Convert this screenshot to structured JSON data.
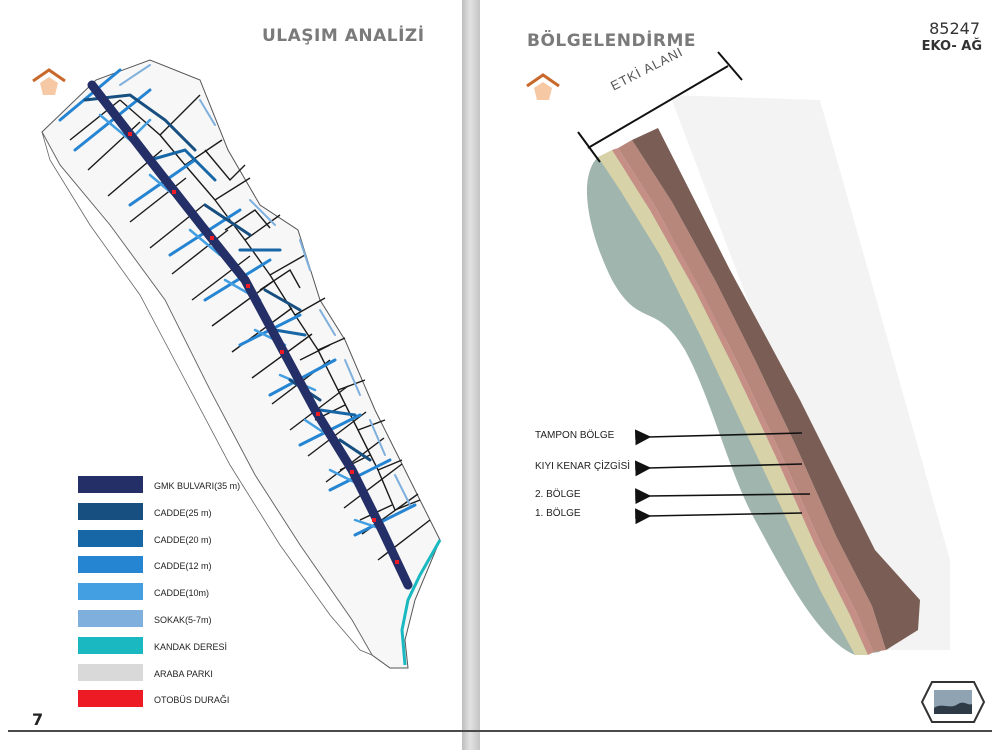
{
  "left_page": {
    "title": "ULAŞIM ANALİZİ",
    "page_number": "7",
    "icon": "home-icon",
    "legend": [
      {
        "label": "GMK BULVARI(35 m)",
        "color": "#232f66"
      },
      {
        "label": "CADDE(25 m)",
        "color": "#174f80"
      },
      {
        "label": "CADDE(20 m)",
        "color": "#1766a6"
      },
      {
        "label": "CADDE(12 m)",
        "color": "#2585d2"
      },
      {
        "label": "CADDE(10m)",
        "color": "#439fe2"
      },
      {
        "label": "SOKAK(5-7m)",
        "color": "#7fb0dd"
      },
      {
        "label": "KANDAK DERESİ",
        "color": "#1ab9c2"
      },
      {
        "label": "ARABA PARKI",
        "color": "#d9d9d9"
      },
      {
        "label": "OTOBÜS DURAĞI",
        "color": "#ed1c24"
      }
    ]
  },
  "right_page": {
    "title": "BÖLGELENDİRME",
    "project_code": "85247",
    "project_name": "EKO- AĞ",
    "icon": "home-icon",
    "dimension_label": "ETKİ ALANI",
    "zones": [
      {
        "label": "TAMPON BÖLGE"
      },
      {
        "label": "KIYI KENAR ÇİZGİSİ"
      },
      {
        "label": "2. BÖLGE"
      },
      {
        "label": "1. BÖLGE"
      }
    ],
    "colors": {
      "water": "#9fb5ad",
      "sand": "#d8d2a8",
      "edge": "#c58f86",
      "inner": "#b7877b",
      "land": "#7a5e55"
    }
  }
}
